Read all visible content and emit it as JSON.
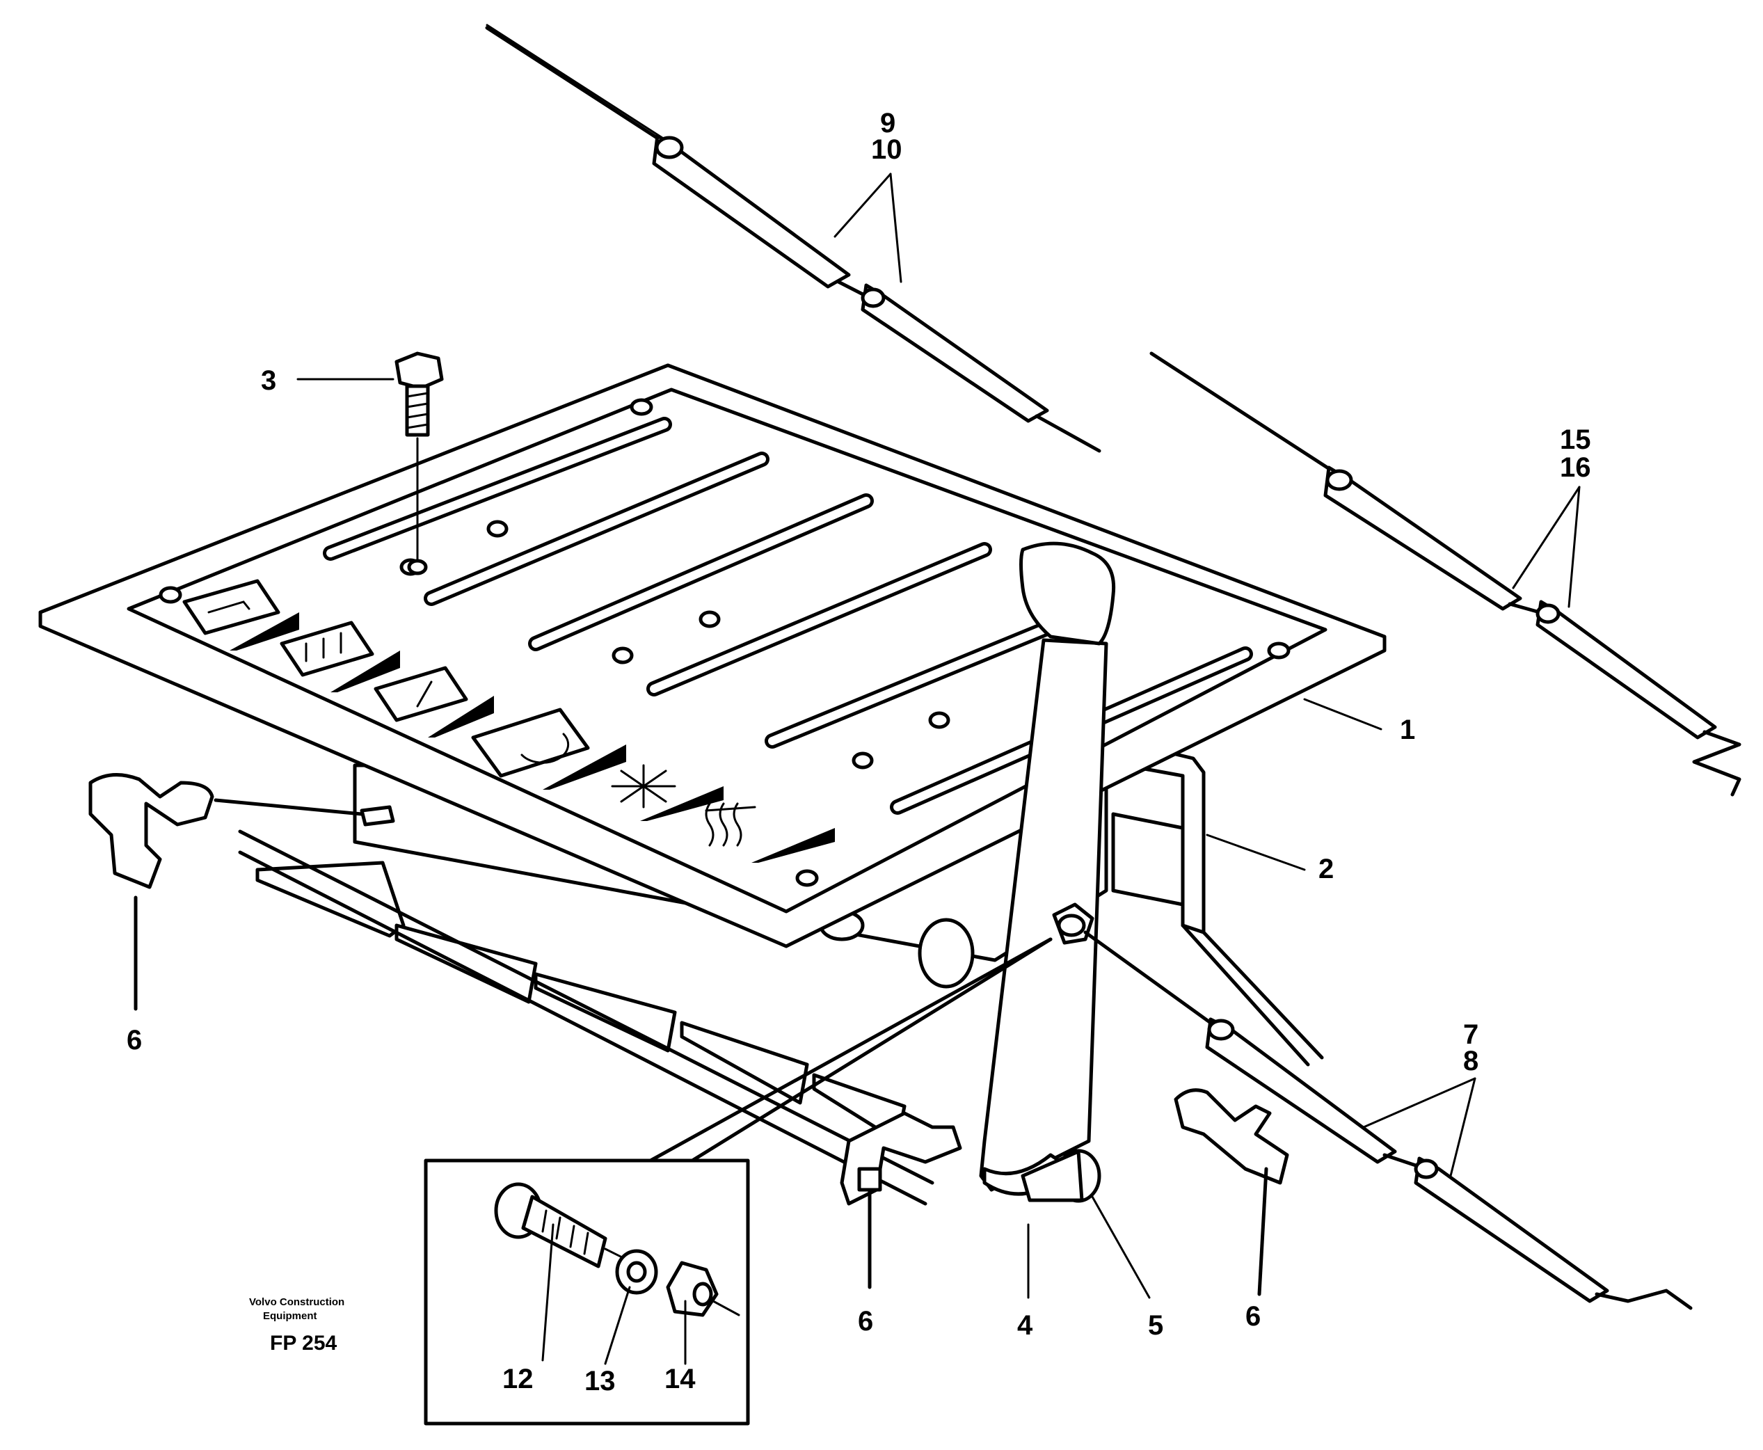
{
  "callouts": [
    {
      "id": "c1",
      "text": "1"
    },
    {
      "id": "c2",
      "text": "2"
    },
    {
      "id": "c3",
      "text": "3"
    },
    {
      "id": "c4",
      "text": "4"
    },
    {
      "id": "c5",
      "text": "5"
    },
    {
      "id": "c6a",
      "text": "6"
    },
    {
      "id": "c6b",
      "text": "6"
    },
    {
      "id": "c6c",
      "text": "6"
    },
    {
      "id": "c7",
      "text": "7"
    },
    {
      "id": "c8",
      "text": "8"
    },
    {
      "id": "c9",
      "text": "9"
    },
    {
      "id": "c10",
      "text": "10"
    },
    {
      "id": "c12",
      "text": "12"
    },
    {
      "id": "c13",
      "text": "13"
    },
    {
      "id": "c14",
      "text": "14"
    },
    {
      "id": "c15",
      "text": "15"
    },
    {
      "id": "c16",
      "text": "16"
    }
  ],
  "credit": {
    "line1": "Volvo Construction",
    "line2": "Equipment",
    "figure_id": "FP 254"
  },
  "icons": [
    "arrow-right-icon",
    "triple-arrow-up-icon",
    "arrow-down-icon",
    "recirculation-icon",
    "snowflake-icon",
    "defrost-heat-icon"
  ]
}
